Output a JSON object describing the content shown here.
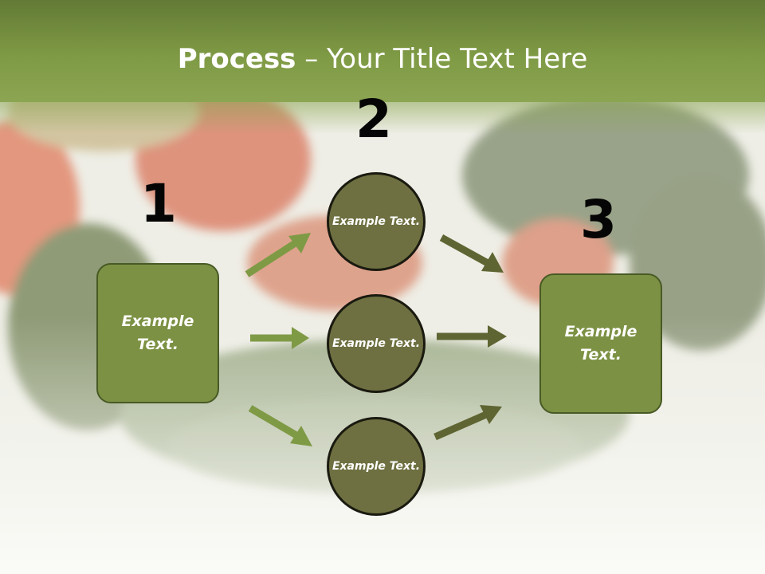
{
  "title": {
    "bold": "Process",
    "rest": " – Your Title Text Here"
  },
  "numbers": {
    "one": "1",
    "two": "2",
    "three": "3"
  },
  "nodes": {
    "left_box": "Example Text.",
    "circle_top": "Example Text.",
    "circle_middle": "Example Text.",
    "circle_bottom": "Example Text.",
    "right_box": "Example Text."
  },
  "colors": {
    "header": "#7f9a45",
    "box_fill": "#7c9143",
    "circle_fill": "#6e7041",
    "arrow_left": "#7f9a45",
    "arrow_right": "#5f6532"
  }
}
